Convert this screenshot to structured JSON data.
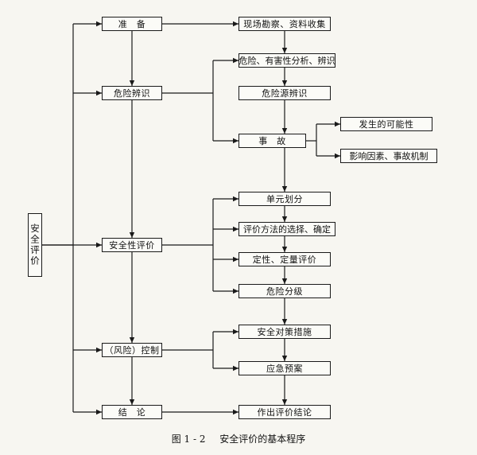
{
  "root": {
    "label": "安全评价"
  },
  "stages": {
    "prep": "准　备",
    "hazard_id": "危险辨识",
    "safety_eval": "安全性评价",
    "control": "（风险）控制",
    "conclusion": "结　论"
  },
  "steps": {
    "survey": "现场勘察、资料收集",
    "hazard_analysis": "危险、有害性分析、辨识",
    "hazard_source": "危险源辨识",
    "accident": "事　故",
    "possibility": "发生的可能性",
    "factors": "影响因素、事故机制",
    "unit_division": "单元划分",
    "method_select": "评价方法的选择、确定",
    "qual_quant": "定性、定量评价",
    "risk_grade": "危险分级",
    "safety_measures": "安全对策措施",
    "emergency_plan": "应急预案",
    "make_conclusion": "作出评价结论"
  },
  "caption": {
    "number": "图 1 - 2",
    "title": "安全评价的基本程序"
  }
}
